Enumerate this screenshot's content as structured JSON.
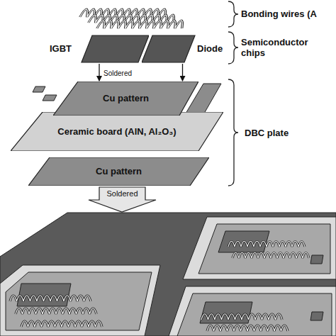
{
  "diagram": {
    "nodes": [
      {
        "text": [
          "IGBT"
        ]
      },
      {
        "text": [
          "Diode"
        ]
      },
      {
        "text": [
          "Cu pattern"
        ]
      },
      {
        "text": [
          "Ceramic board (AlN, Al₂O₃)"
        ]
      },
      {
        "text": [
          "Cu pattern"
        ]
      }
    ],
    "edges": [
      {
        "from": 0,
        "to": 2,
        "arrow": "to",
        "label": "Soldered"
      },
      {
        "from": 1,
        "to": 2,
        "arrow": "to"
      }
    ],
    "labels": [
      "Bonding wires (A",
      "Semiconductor chips",
      "DBC plate",
      "Soldered"
    ]
  }
}
